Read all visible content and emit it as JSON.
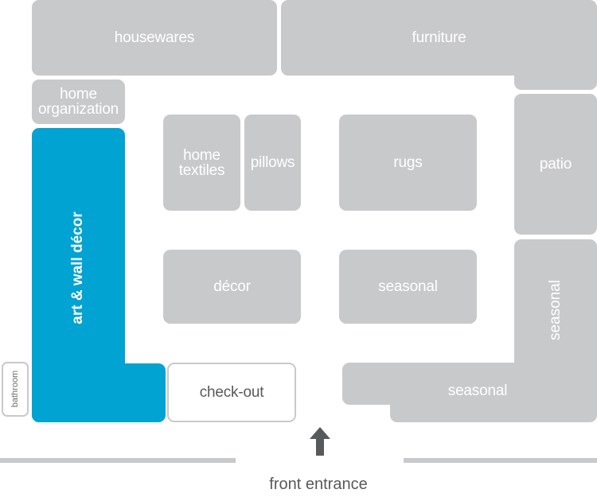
{
  "departments": {
    "housewares": "housewares",
    "furniture": "furniture",
    "home_organization": [
      "home",
      "organization"
    ],
    "art_wall_decor": "art & wall décor",
    "bathroom": "bathroom",
    "home_textiles": [
      "home",
      "textiles"
    ],
    "pillows": "pillows",
    "rugs": "rugs",
    "patio": "patio",
    "decor": "décor",
    "seasonal_center": "seasonal",
    "seasonal_right": "seasonal",
    "seasonal_bottom": "seasonal",
    "checkout": "check-out"
  },
  "entrance": {
    "label": "front entrance"
  },
  "colors": {
    "department": "#c8c9cb",
    "highlight": "#00a3d1",
    "text_light": "#ffffff",
    "text_dark": "#58595b"
  }
}
